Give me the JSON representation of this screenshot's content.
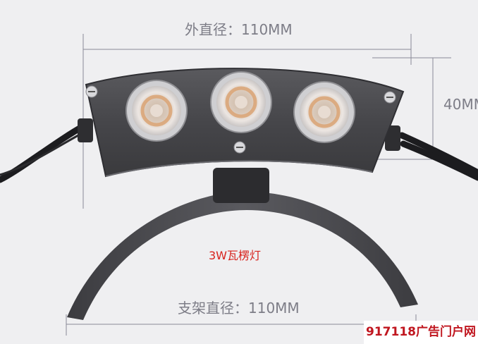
{
  "dimensions": {
    "outer_diameter": "外直径：110MM",
    "height": "40MM",
    "bracket_diameter": "支架直径：110MM"
  },
  "product_label": "3W瓦楞灯",
  "watermark": "917118广告门户网",
  "colors": {
    "background": "#efeff1",
    "housing": "#454548",
    "dimension_line": "#8a8a96",
    "label_red": "#d8231d"
  }
}
